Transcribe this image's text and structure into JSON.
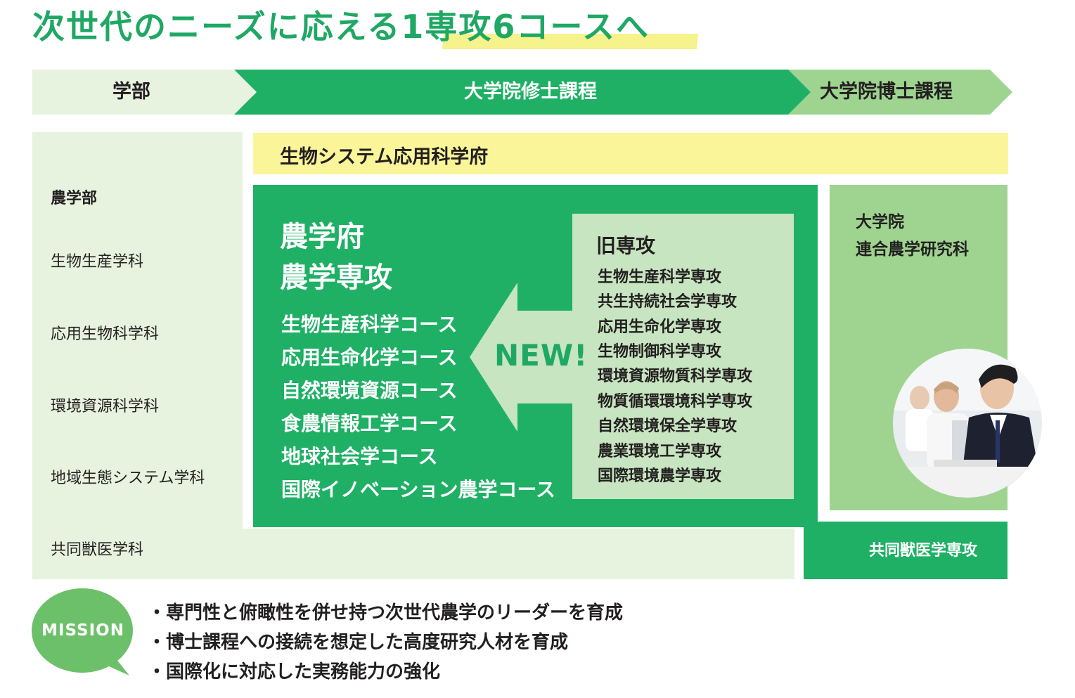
{
  "title": "次世代のニーズに応える1専攻6コースへ",
  "stages": {
    "undergrad": "学部",
    "master": "大学院修士課程",
    "doctor": "大学院博士課程"
  },
  "faculty": {
    "name": "農学部",
    "departments": [
      "生物生産学科",
      "応用生物科学科",
      "環境資源科学科",
      "地域生態システム学科",
      "共同獣医学科"
    ]
  },
  "graduate_school": "生物システム応用科学府",
  "new_program": {
    "title_line1": "農学府",
    "title_line2": "農学専攻",
    "courses": [
      "生物生産科学コース",
      "応用生命化学コース",
      "自然環境資源コース",
      "食農情報工学コース",
      "地球社会学コース",
      "国際イノベーション農学コース"
    ]
  },
  "new_label": "NEW!",
  "old_programs": {
    "title": "旧専攻",
    "items": [
      "生物生産科学専攻",
      "共生持続社会学専攻",
      "応用生命化学専攻",
      "生物制御科学専攻",
      "環境資源物質科学専攻",
      "物質循環環境科学専攻",
      "自然環境保全学専攻",
      "農業環境工学専攻",
      "国際環境農学専攻"
    ]
  },
  "doctor_school": {
    "line1": "大学院",
    "line2": "連合農学研究科"
  },
  "vet_major": "共同獣医学専攻",
  "mission": {
    "badge": "MISSION",
    "items": [
      "・専門性と俯瞰性を併せ持つ次世代農学のリーダーを育成",
      "・博士課程への接続を想定した高度研究人材を育成",
      "・国際化に対応した実務能力の強化"
    ]
  },
  "colors": {
    "green": "#1fb066",
    "title_green": "#1fa864",
    "light_green": "#e8f3df",
    "mid_green": "#9ed490",
    "pale_green": "#c7e5c0",
    "yellow": "#fbf59a",
    "mission_badge": "#6cc069"
  },
  "icons": {
    "arrow": "left-arrow-icon",
    "speech_bubble": "speech-bubble-icon",
    "photo": "students-photo"
  }
}
